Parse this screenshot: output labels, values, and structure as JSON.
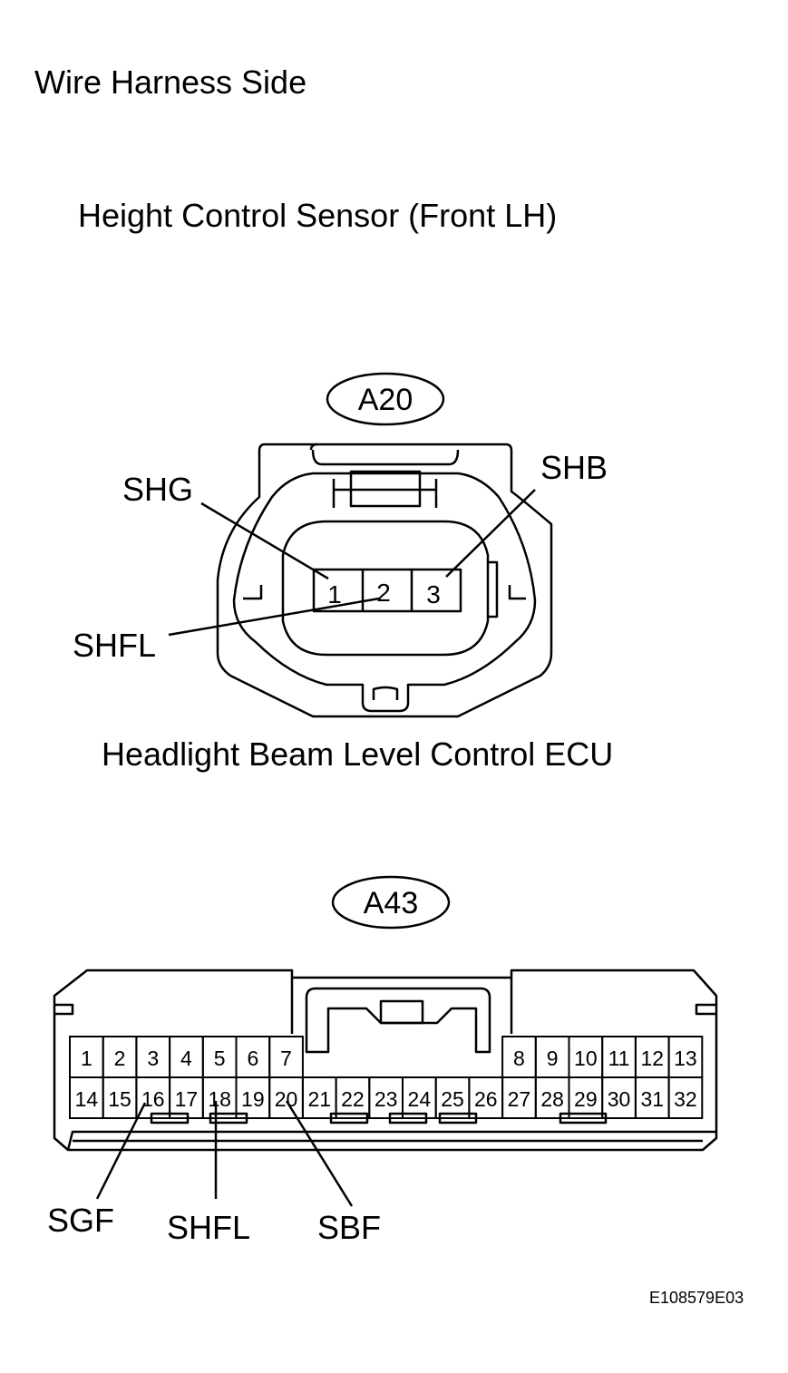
{
  "header": {
    "title": "Wire Harness Side"
  },
  "sensor": {
    "title": "Height Control Sensor (Front LH)",
    "connector_id": "A20",
    "pins": [
      "1",
      "2",
      "3"
    ],
    "callouts": {
      "pin1": "SHG",
      "pin2": "SHFL",
      "pin3": "SHB"
    }
  },
  "ecu": {
    "title": "Headlight Beam Level Control ECU",
    "connector_id": "A43",
    "top_row_left": [
      "1",
      "2",
      "3",
      "4",
      "5",
      "6",
      "7"
    ],
    "top_row_right": [
      "8",
      "9",
      "10",
      "11",
      "12",
      "13"
    ],
    "bottom_row": [
      "14",
      "15",
      "16",
      "17",
      "18",
      "19",
      "20",
      "21",
      "22",
      "23",
      "24",
      "25",
      "26",
      "27",
      "28",
      "29",
      "30",
      "31",
      "32"
    ],
    "callouts": {
      "pin16": "SGF",
      "pin18": "SHFL",
      "pin20": "SBF"
    }
  },
  "footer": {
    "figure_code": "E108579E03"
  }
}
